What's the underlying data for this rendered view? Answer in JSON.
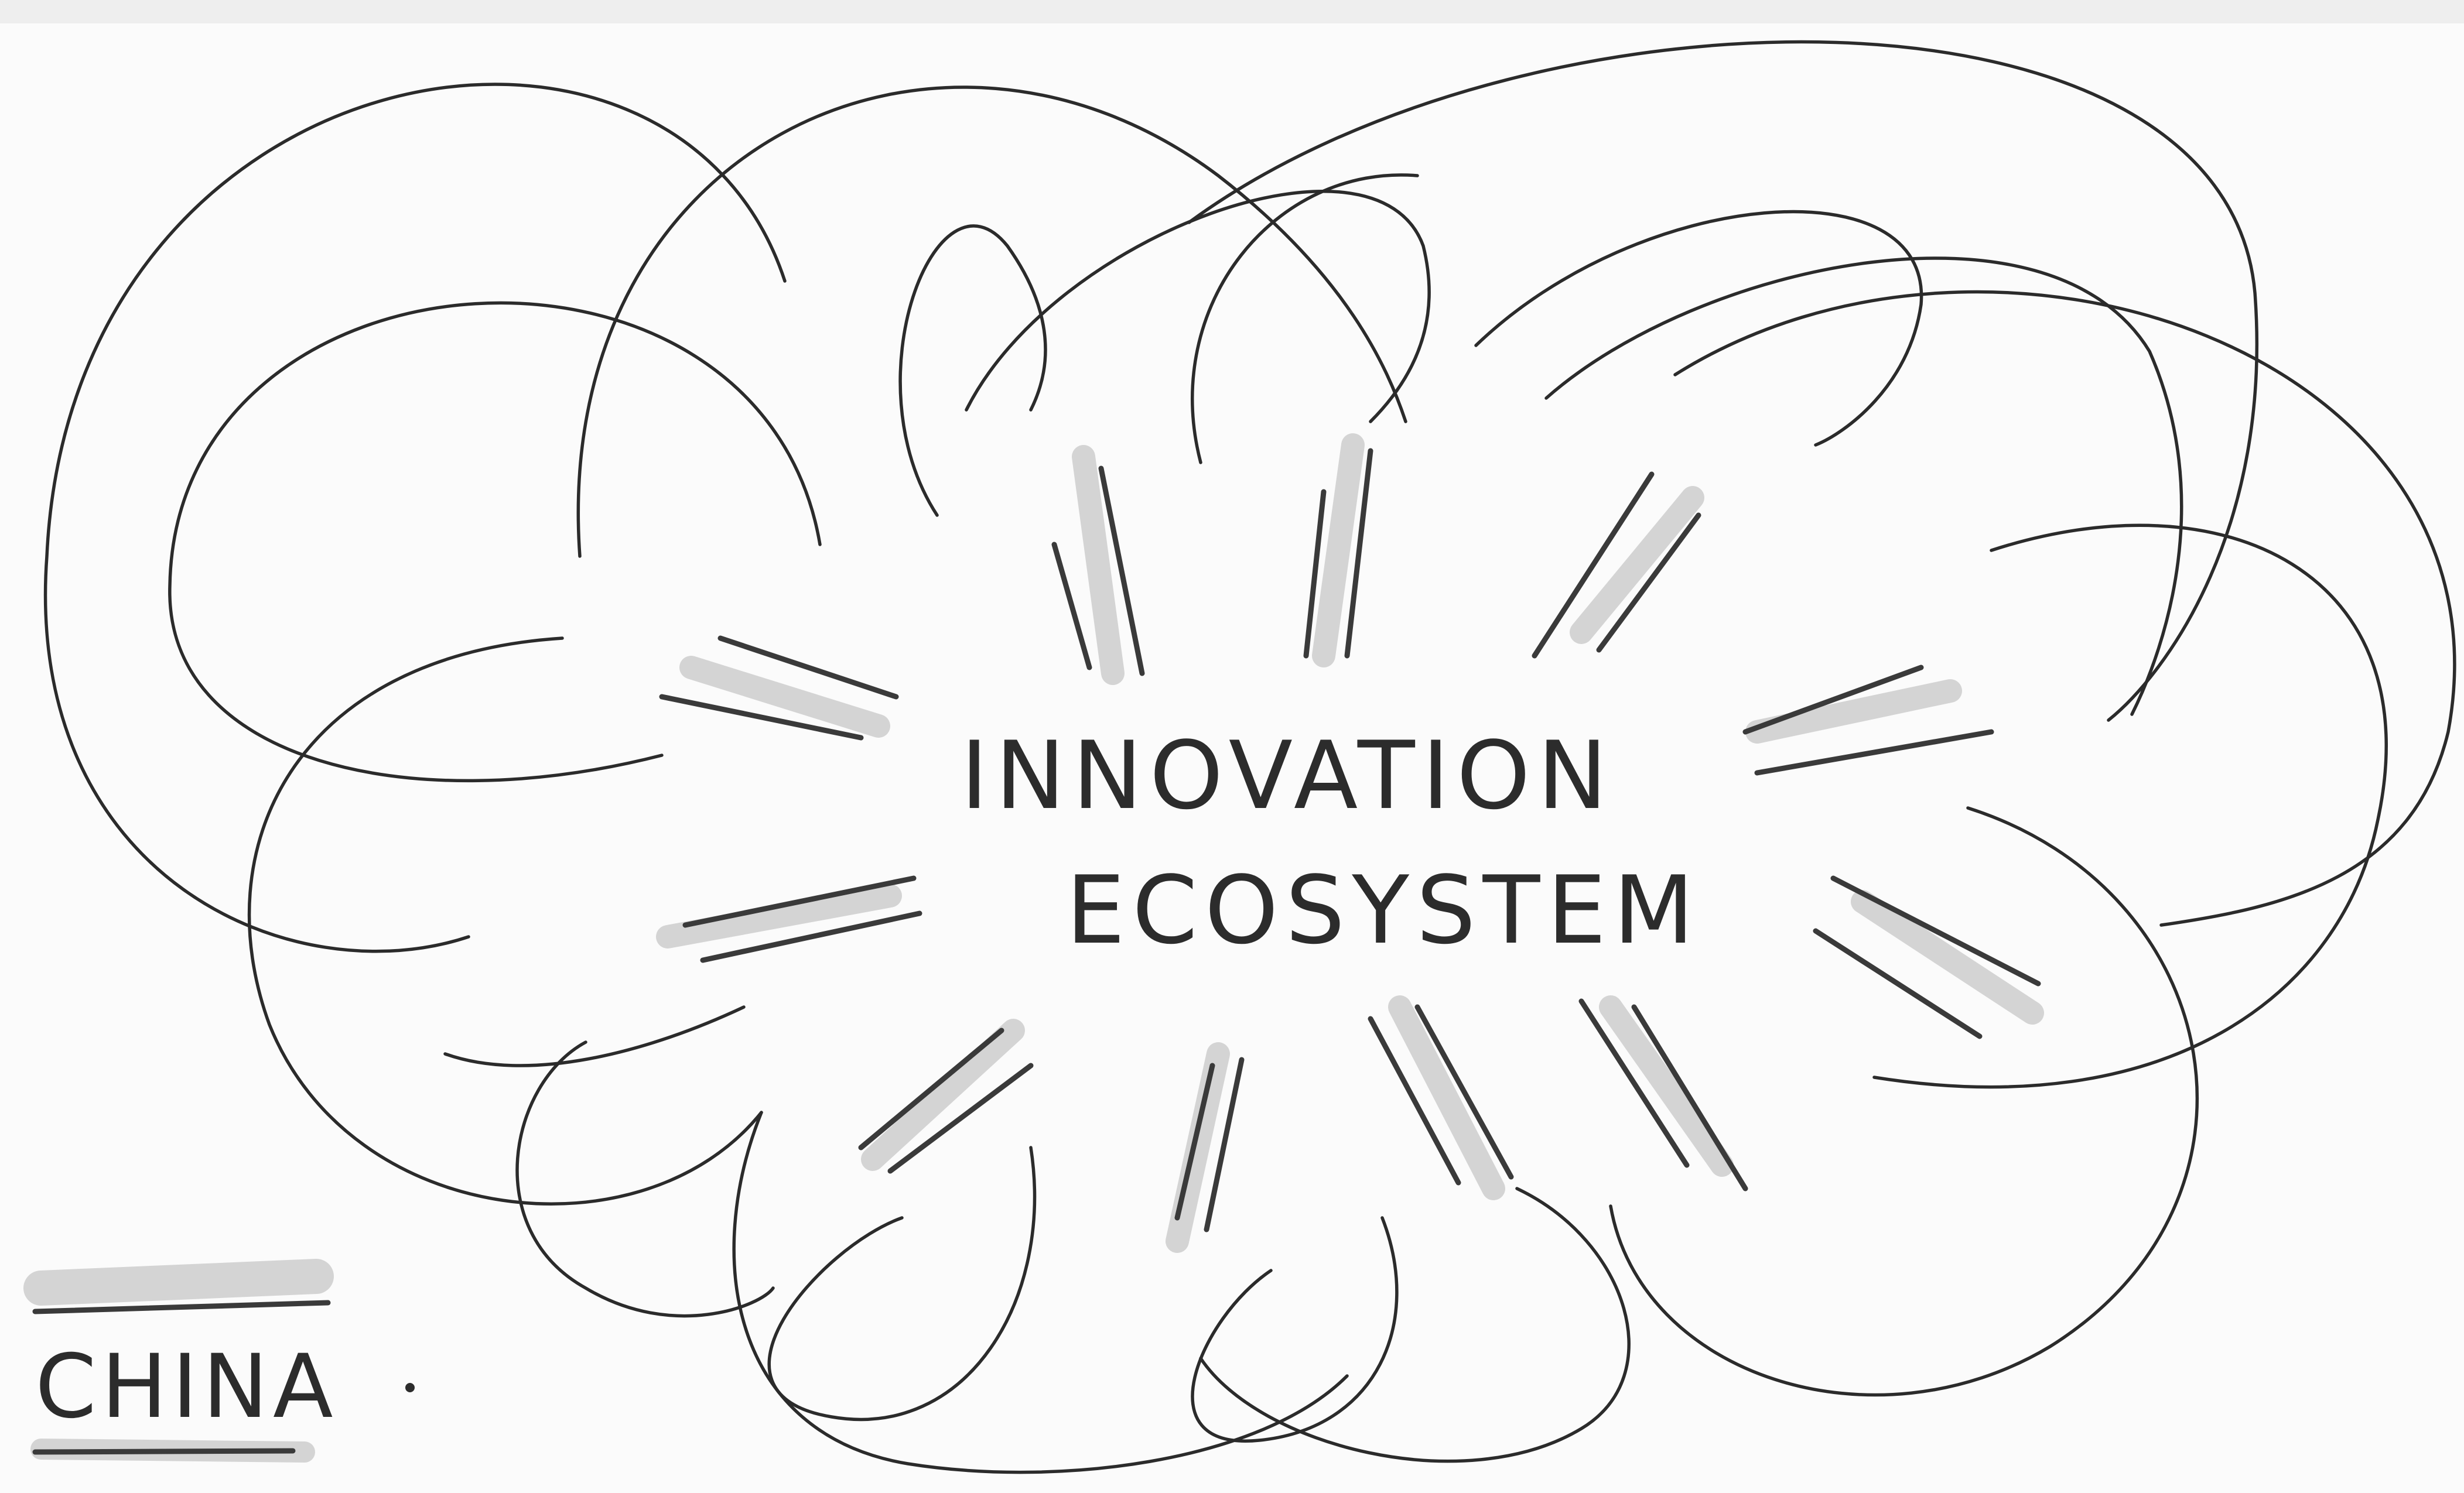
{
  "diagram": {
    "center_label_line1": "INNOVATION",
    "center_label_line2": "ECOSYSTEM",
    "corner_label": "CHINA"
  },
  "colors": {
    "ink": "#2b2b2b",
    "shadow": "#b5b5b5",
    "paper": "#fbfbfb"
  }
}
